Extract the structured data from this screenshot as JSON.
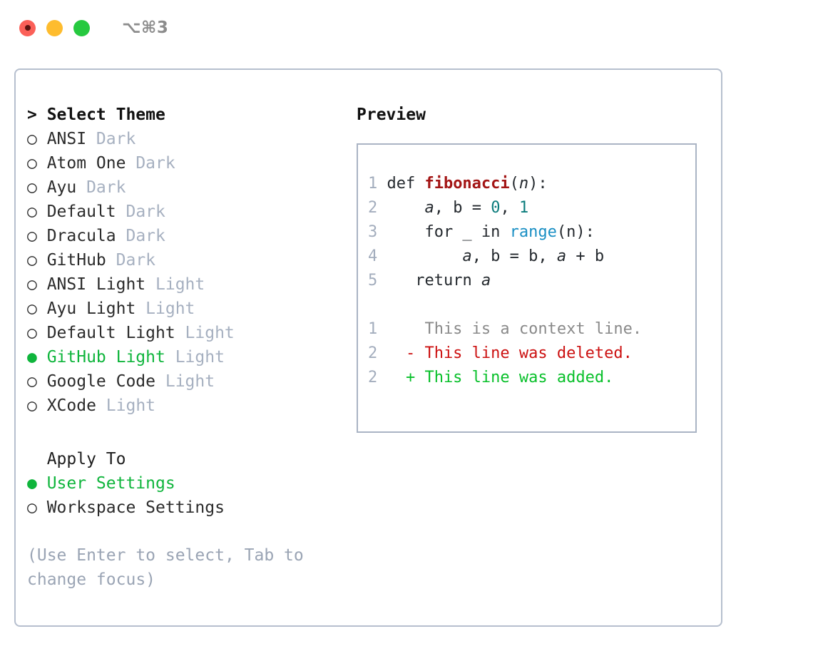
{
  "window": {
    "traffic_lights": [
      "close-red",
      "minimize-yellow",
      "maximize-green"
    ],
    "shortcut_label": "⌥⌘3"
  },
  "theme_picker": {
    "title": "Select Theme",
    "caret": ">",
    "bullet_unselected": "○",
    "bullet_selected": "●",
    "selected_theme": "GitHub Light",
    "accent_color": "#0fb53c",
    "tag_color": "#a6b0c0",
    "items": [
      {
        "name": "ANSI",
        "tag": "Dark",
        "selected": false
      },
      {
        "name": "Atom One",
        "tag": "Dark",
        "selected": false
      },
      {
        "name": "Ayu",
        "tag": "Dark",
        "selected": false
      },
      {
        "name": "Default",
        "tag": "Dark",
        "selected": false
      },
      {
        "name": "Dracula",
        "tag": "Dark",
        "selected": false
      },
      {
        "name": "GitHub",
        "tag": "Dark",
        "selected": false
      },
      {
        "name": "ANSI Light",
        "tag": "Light",
        "selected": false
      },
      {
        "name": "Ayu Light",
        "tag": "Light",
        "selected": false
      },
      {
        "name": "Default Light",
        "tag": "Light",
        "selected": false
      },
      {
        "name": "GitHub Light",
        "tag": "Light",
        "selected": true
      },
      {
        "name": "Google Code",
        "tag": "Light",
        "selected": false
      },
      {
        "name": "XCode",
        "tag": "Light",
        "selected": false
      }
    ]
  },
  "apply_to": {
    "label": "Apply To",
    "selected_option": "User Settings",
    "options": [
      {
        "name": "User Settings",
        "selected": true
      },
      {
        "name": "Workspace Settings",
        "selected": false
      }
    ]
  },
  "hint": {
    "text": "(Use Enter to select, Tab to change focus)"
  },
  "preview": {
    "heading": "Preview",
    "code": {
      "lines": [
        {
          "number": "1",
          "indent": "",
          "tokens": [
            {
              "t": "def ",
              "k": "plain"
            },
            {
              "t": "fibonacci",
              "k": "fn"
            },
            {
              "t": "(",
              "k": "plain"
            },
            {
              "t": "n",
              "k": "ident"
            },
            {
              "t": "):",
              "k": "plain"
            }
          ]
        },
        {
          "number": "2",
          "indent": "    ",
          "tokens": [
            {
              "t": "a",
              "k": "ident"
            },
            {
              "t": ", ",
              "k": "plain"
            },
            {
              "t": "b",
              "k": "plain"
            },
            {
              "t": " = ",
              "k": "plain"
            },
            {
              "t": "0",
              "k": "num"
            },
            {
              "t": ", ",
              "k": "plain"
            },
            {
              "t": "1",
              "k": "num"
            }
          ]
        },
        {
          "number": "3",
          "indent": "    ",
          "tokens": [
            {
              "t": "for _ in ",
              "k": "plain"
            },
            {
              "t": "range",
              "k": "builtin"
            },
            {
              "t": "(n):",
              "k": "plain"
            }
          ]
        },
        {
          "number": "4",
          "indent": "        ",
          "tokens": [
            {
              "t": "a",
              "k": "ident"
            },
            {
              "t": ", b = b, ",
              "k": "plain"
            },
            {
              "t": "a",
              "k": "ident"
            },
            {
              "t": " + b",
              "k": "plain"
            }
          ]
        },
        {
          "number": "5",
          "indent": "   ",
          "tokens": [
            {
              "t": "return ",
              "k": "plain"
            },
            {
              "t": "a",
              "k": "ident"
            }
          ]
        }
      ],
      "diff": [
        {
          "number": "1",
          "marker": " ",
          "text": "This is a context line.",
          "kind": "context"
        },
        {
          "number": "2",
          "marker": "-",
          "text": "This line was deleted.",
          "kind": "deleted"
        },
        {
          "number": "2",
          "marker": "+",
          "text": "This line was added.",
          "kind": "added"
        }
      ],
      "colors": {
        "function": "#a31515",
        "number": "#0b7c7c",
        "builtin": "#1a8fc4",
        "line_number": "#a3adbd",
        "diff_context": "#8a8a8a",
        "diff_deleted": "#cc1111",
        "diff_added": "#08c02a"
      }
    }
  }
}
